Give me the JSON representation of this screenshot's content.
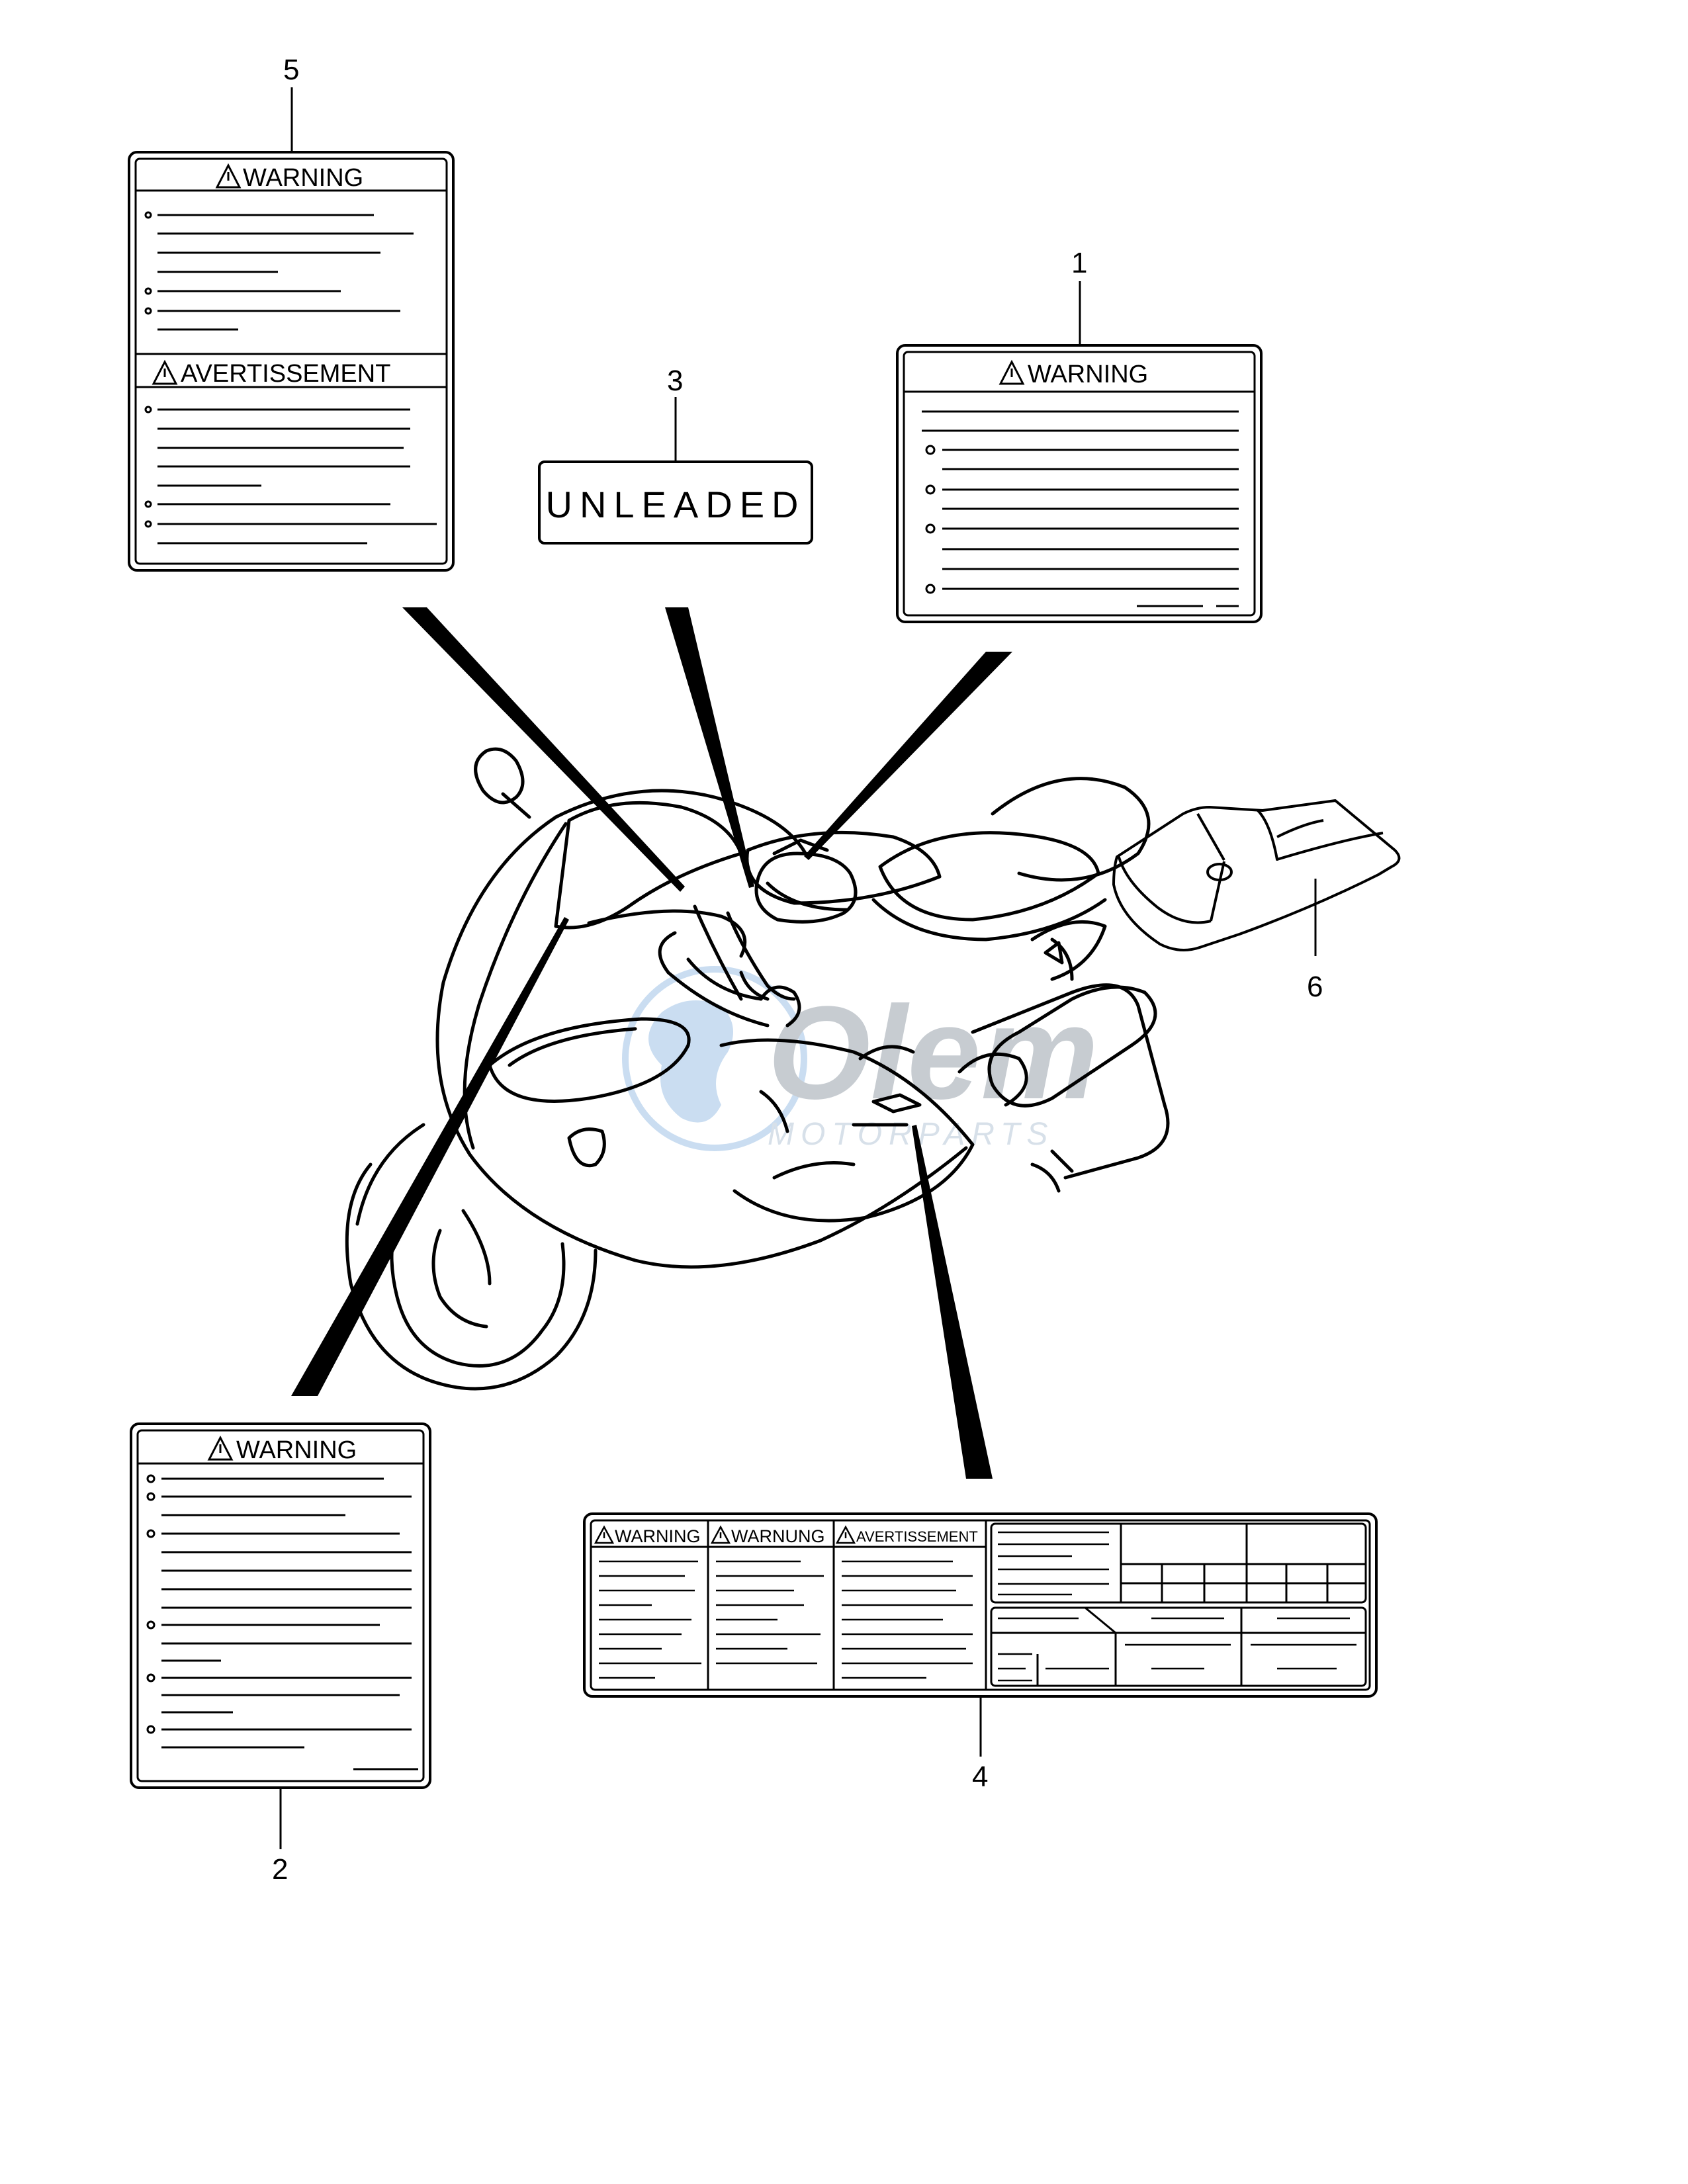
{
  "callouts": [
    "1",
    "2",
    "3",
    "4",
    "5",
    "6"
  ],
  "labels": {
    "warning": "WARNING",
    "avertissement": "AVERTISSEMENT",
    "warnung": "WARNUNG",
    "unleaded": "UNLEADED"
  },
  "watermark": {
    "brand": "Olem",
    "subtitle": "MOTORPARTS",
    "color": "#9fc3e6"
  },
  "colors": {
    "line": "#000000",
    "background": "#ffffff"
  }
}
